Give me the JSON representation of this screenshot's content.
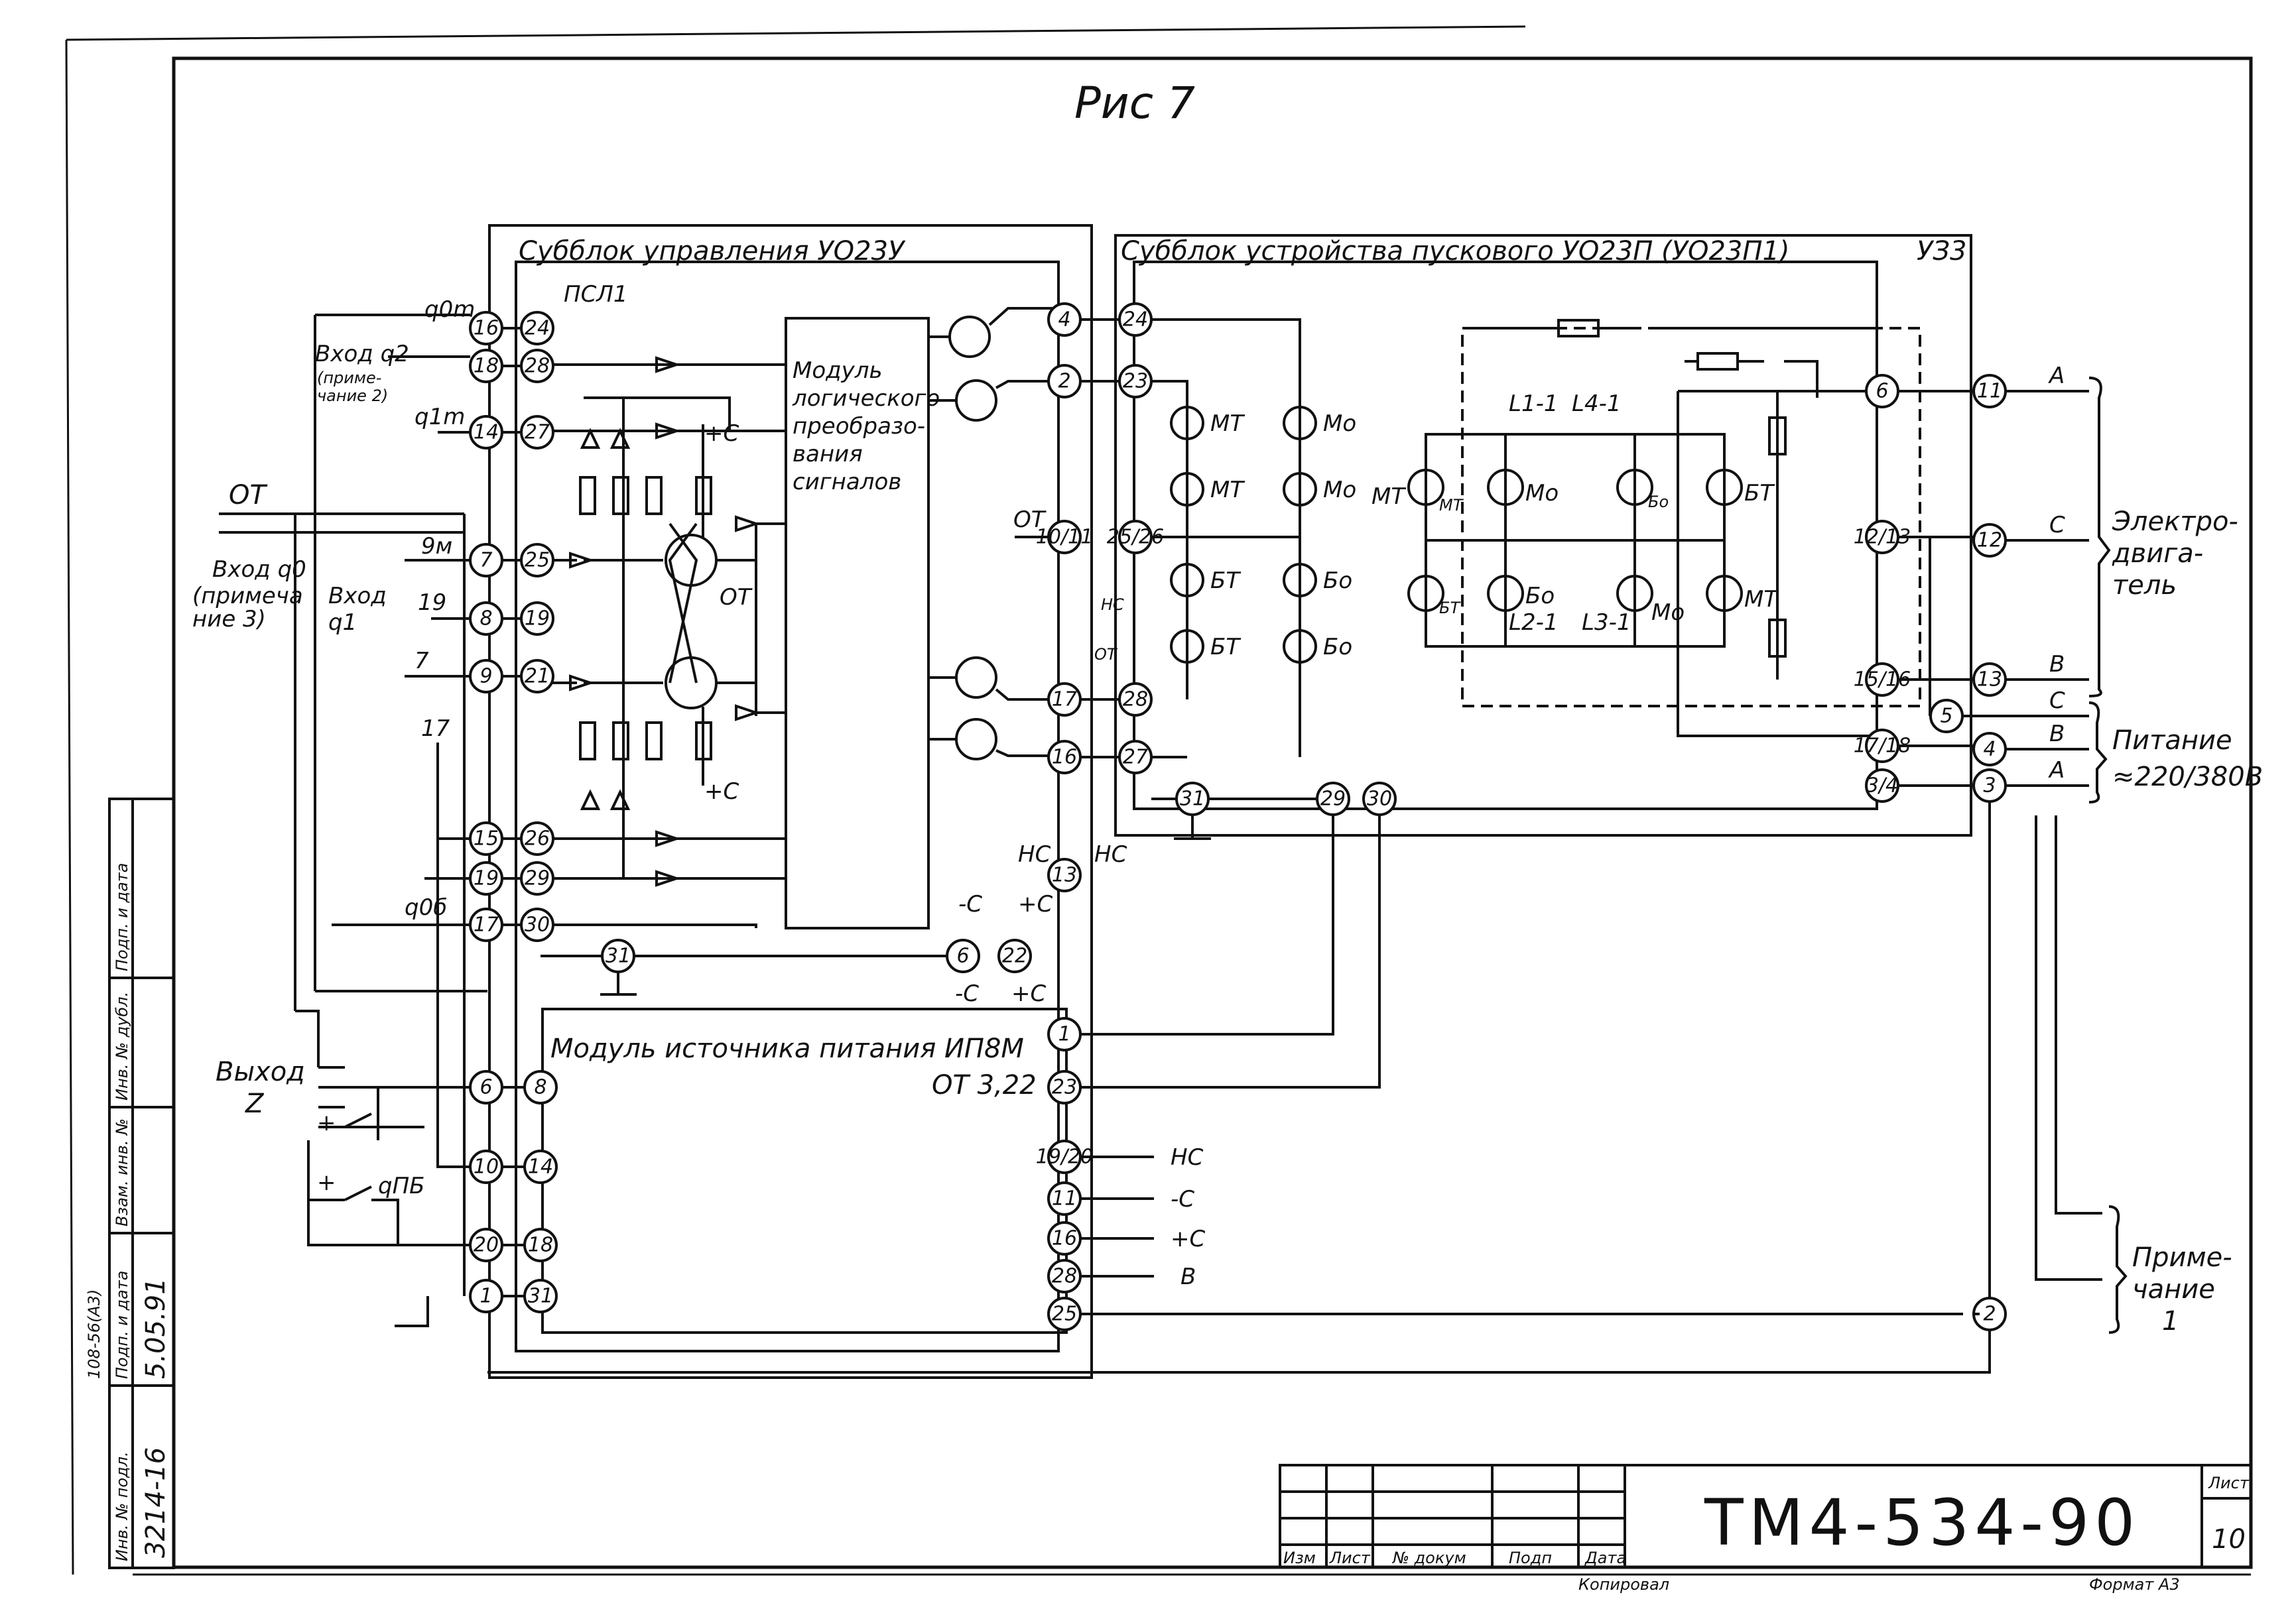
{
  "figure_title": "Рис 7",
  "blocks": {
    "control": "Субблок управления УО23У",
    "psl": "ПСЛ1",
    "logic_module": [
      "Модуль",
      "логического",
      "преобразо-",
      "вания",
      "сигналов"
    ],
    "starter": "Субблок устройства пускового УО23П (УО23П1)",
    "uz3": "УЗ3",
    "power_module": "Модуль источника питания ИП8М",
    "power_module_sub": "ОТ 3,22"
  },
  "left_labels": {
    "q0m": "q0m",
    "vhod_q2": "Вход q2",
    "prim2": [
      "(приме-",
      "чание 2)"
    ],
    "q1m": "q1m",
    "OT": "ОТ",
    "vhod_q0": "Вход q0",
    "prim3": [
      "(примеча",
      "ние 3)"
    ],
    "vhod_q1": [
      "Вход",
      "q1"
    ],
    "gm": "9м",
    "n19": "19",
    "n7": "7",
    "n17": "17",
    "q0b": "q0б",
    "vyhod": [
      "Выход",
      "Z"
    ],
    "qpb": "qПБ",
    "plus": "+"
  },
  "control_pins_outer": [
    "16",
    "18",
    "14",
    "7",
    "8",
    "9",
    "15",
    "19",
    "17"
  ],
  "control_pins_inner": [
    "24",
    "28",
    "27",
    "25",
    "19",
    "21",
    "26",
    "29",
    "30"
  ],
  "control_right_pins": [
    "4",
    "2",
    "17",
    "16",
    "13"
  ],
  "pin_10_11": "10/11",
  "power_left_outer": [
    "6",
    "10",
    "20",
    "1"
  ],
  "power_left_inner": [
    "8",
    "14",
    "18",
    "31"
  ],
  "power_right_pins": [
    "1",
    "23",
    "19/20",
    "11",
    "16",
    "28",
    "25"
  ],
  "power_outputs": [
    "НС",
    "-С",
    "+С",
    "В"
  ],
  "aux_pins": [
    "31",
    "6",
    "22"
  ],
  "aux_labels": {
    "minus_c_top": "-С",
    "plus_c_top": "+С",
    "minus_c_bot": "-С",
    "plus_c_bot": "+С",
    "ns_left": "НС",
    "ns_right": "НС",
    "ot_mid": "ОТ",
    "ot_small": "ОТ",
    "hc_small": "НС"
  },
  "starter_pins_left": [
    "24",
    "23",
    "25/26",
    "28",
    "27"
  ],
  "starter_pins_bottom": [
    "31",
    "29",
    "30"
  ],
  "starter_right_pins": [
    "6",
    "12/13",
    "15/16",
    "17/18",
    "3/4"
  ],
  "terminal_pins": [
    "11",
    "12",
    "13",
    "5",
    "4",
    "3",
    "2"
  ],
  "phase_labels": {
    "A1": "А",
    "C1": "С",
    "B1": "В",
    "C2": "С",
    "B2": "В",
    "A2": "А"
  },
  "right_labels": {
    "motor": [
      "Электро-",
      "двига-",
      "тель"
    ],
    "supply": [
      "Питание",
      "≈220/380В"
    ],
    "note1": [
      "Приме-",
      "чание",
      "1"
    ]
  },
  "thyristor_labels": {
    "MT": "МТ",
    "Mo": "Мо",
    "BT": "БТ",
    "Bo": "Бо"
  },
  "inductors": [
    "L1-1",
    "L4-1",
    "L2-1",
    "L3-1"
  ],
  "pcb_labels": {
    "plusC": "+С",
    "OT": "ОТ",
    "plusC2": "+С"
  },
  "title_block": {
    "doc_number": "ТМ4-534-90",
    "sheet_label": "Лист",
    "sheet_no": "10",
    "columns": [
      "Изм",
      "Лист",
      "№ докум",
      "Подп",
      "Дата"
    ],
    "copied": "Копировал",
    "format": "Формат  А3"
  },
  "margin_stamp": {
    "labels": [
      "Инв. № подл.",
      "Подп. и дата",
      "Взам. инв. №",
      "Инв. № дубл.",
      "Подп. и дата"
    ],
    "inv_no": "3214-16",
    "date": "5.05.91",
    "code": "108-56(А3)"
  }
}
